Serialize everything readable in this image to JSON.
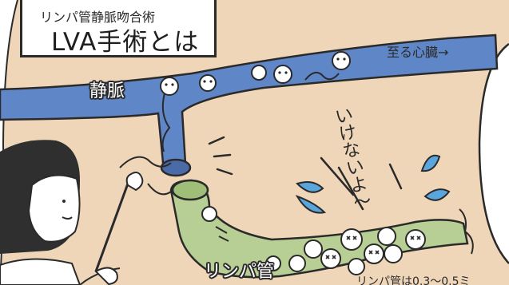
{
  "header": {
    "subtitle": "リンパ管静脈吻合術",
    "title": "LVA手術とは"
  },
  "labels": {
    "vein": "静脈",
    "lymph_vessel": "リンパ管",
    "to_heart": "至る心臓→",
    "exclamation_chars": [
      "い",
      "け",
      "な",
      "い",
      "よ",
      "〜"
    ],
    "bottom_note": "リンパ管は0.3～0.5ミ"
  },
  "colors": {
    "background": "#efd6b8",
    "vein_blue": "#5f86c6",
    "lymph_green": "#b7cf95",
    "outline": "#2a2a2a",
    "hair": "#2f2f2f",
    "water_drop": "#5aa6dc"
  }
}
